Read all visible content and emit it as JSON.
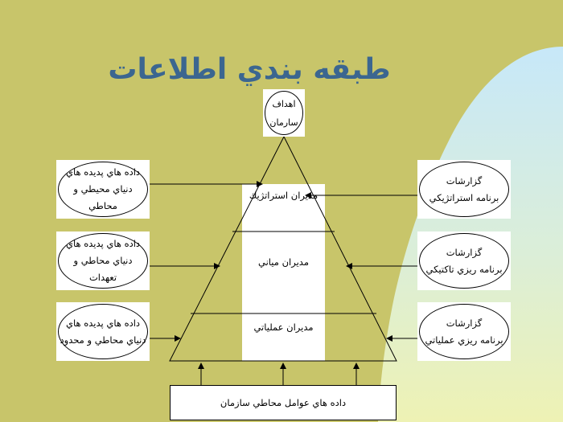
{
  "slide": {
    "title": "طبقه بندي اطلاعات",
    "colors": {
      "background": "#c8c56a",
      "title": "#3b6690",
      "sky_top": "#c7e8f9",
      "sky_bottom": "#eef2b4"
    }
  },
  "diagram": {
    "apex": {
      "line1": "اهداف",
      "line2": "سارمان"
    },
    "levels": [
      {
        "label": "مديران استراتژيك"
      },
      {
        "label": "مديران مياني"
      },
      {
        "label": "مديران عملياتي"
      }
    ],
    "left_inputs": [
      {
        "line1": "داده هاي پديده هاي",
        "line2": "دنياي محيطي و محاطي"
      },
      {
        "line1": "داده هاي پديده هاي",
        "line2": "دنياي محاطي و تعهدات"
      },
      {
        "line1": "داده هاي پديده هاي",
        "line2": "دنياي محاطي و محدود"
      }
    ],
    "right_outputs": [
      {
        "line1": "گزارشات",
        "line2": "برنامه استراتژيكي"
      },
      {
        "line1": "گزارشات",
        "line2": "برنامه ريزي تاكتيكي"
      },
      {
        "line1": "گزارشات",
        "line2": "برنامه ريزي عملياتي"
      }
    ],
    "bottom": {
      "label": "داده هاي عوامل محاطي سازمان"
    }
  }
}
